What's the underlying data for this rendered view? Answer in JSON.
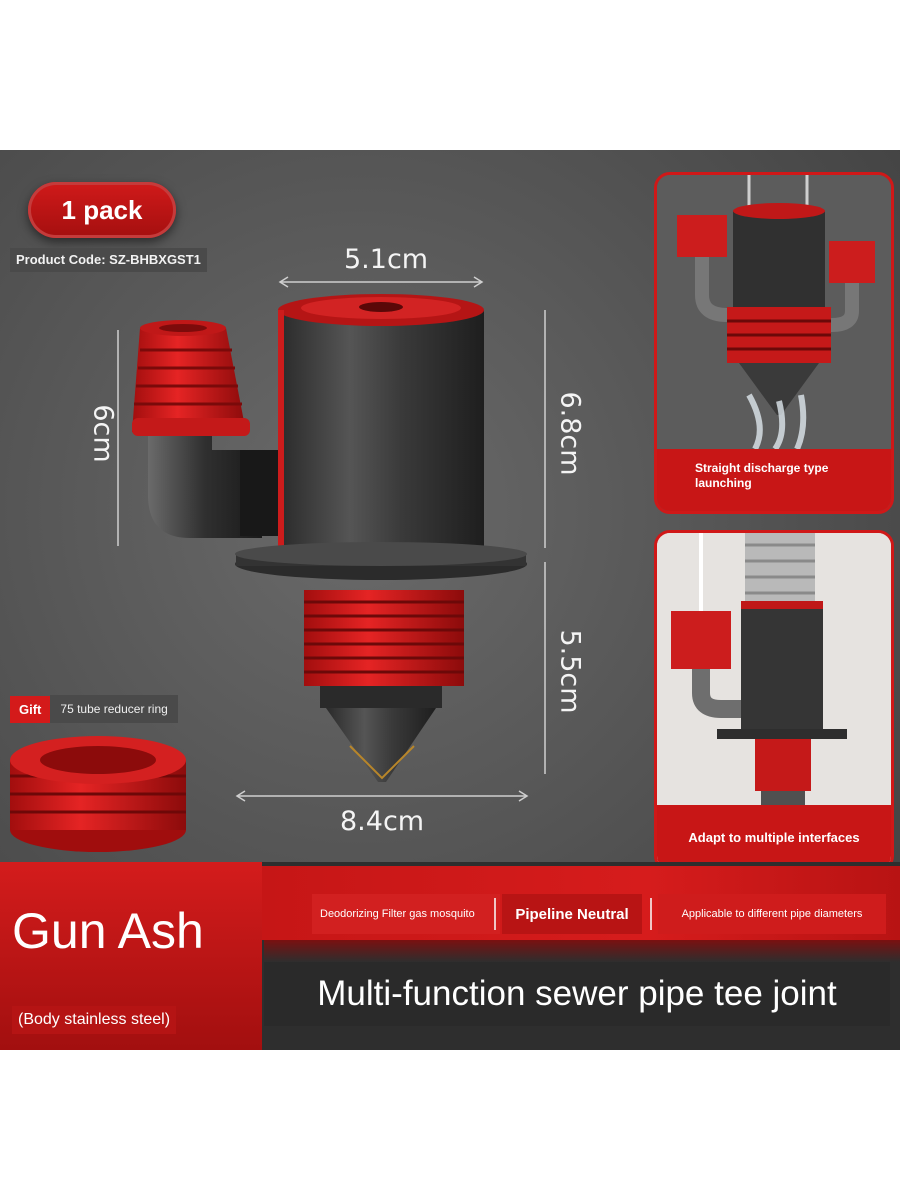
{
  "badge": {
    "label": "1 pack"
  },
  "product": {
    "code": "Product Code: SZ-BHBXGST1"
  },
  "dimensions": {
    "top_width": "5.1cm",
    "left_height": "6cm",
    "upper_height": "6.8cm",
    "lower_height": "5.5cm",
    "base_width": "8.4cm"
  },
  "gift": {
    "badge": "Gift",
    "text": "75 tube reducer ring"
  },
  "panels": {
    "top_caption": "Straight discharge type launching",
    "bottom_caption": "Adapt to multiple interfaces"
  },
  "color_name": "Gun Ash",
  "material": "(Body stainless steel)",
  "features": [
    {
      "label": "Deodorizing Filter gas mosquito"
    },
    {
      "label": "Pipeline Neutral"
    },
    {
      "label": "Applicable to different pipe diameters"
    }
  ],
  "title": "Multi-function sewer pipe tee joint",
  "colors": {
    "accent_red": "#d41a1a",
    "gun_ash": "#3a3a3a",
    "background": "#5a5a5a"
  }
}
